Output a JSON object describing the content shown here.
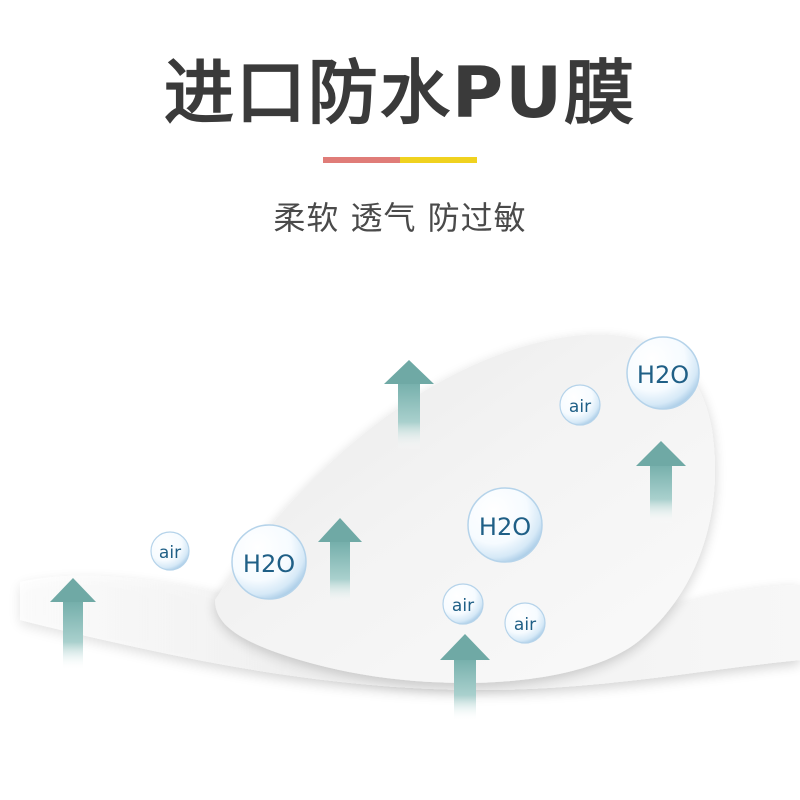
{
  "header": {
    "title": "进口防水PU膜",
    "subtitle": "柔软 透气 防过敏"
  },
  "colors": {
    "title_text": "#3a3a3a",
    "subtitle_text": "#4a4a4a",
    "divider_left": "#e07c78",
    "divider_right": "#f0d21f",
    "arrow": "#7fb6b2",
    "bubble_text": "#1f5f86"
  },
  "bubbles": {
    "h2o_large_top": "H2O",
    "air_top_small": "air",
    "h2o_center": "H2O",
    "air_left": "air",
    "h2o_left": "H2O",
    "air_bottom_center": "air",
    "air_bottom_right": "air"
  }
}
